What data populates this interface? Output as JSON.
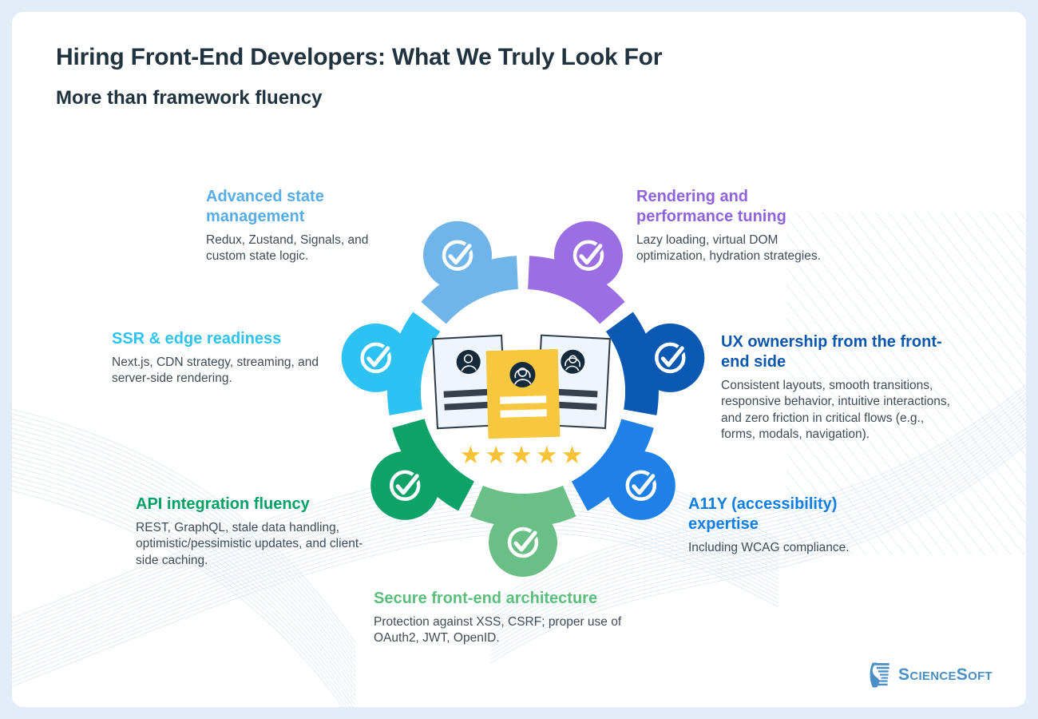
{
  "header": {
    "title": "Hiring Front-End Developers: What We Truly Look For",
    "subtitle": "More than framework fluency"
  },
  "items": [
    {
      "id": "advanced-state",
      "label": "Advanced state management",
      "description": "Redux, Zustand, Signals, and custom state logic.",
      "color": "#6FB5EA",
      "label_color": "#58ACE8",
      "position": "top-left"
    },
    {
      "id": "rendering-performance",
      "label": "Rendering and performance tuning",
      "description": "Lazy loading, virtual DOM optimization, hydration strategies.",
      "color": "#9B6FE3",
      "label_color": "#8F63DC",
      "position": "top-right"
    },
    {
      "id": "ssr-edge",
      "label": "SSR & edge readiness",
      "description": "Next.js, CDN strategy, streaming, and server-side rendering.",
      "color": "#2EC2F2",
      "label_color": "#2FC3F0",
      "position": "left"
    },
    {
      "id": "ux-ownership",
      "label": "UX ownership from the front-end side",
      "description": "Consistent layouts, smooth transitions, responsive behavior, intuitive interactions, and zero friction in critical flows (e.g., forms, modals, navigation).",
      "color": "#0C59B3",
      "label_color": "#0A57AD",
      "position": "right"
    },
    {
      "id": "api-integration",
      "label": "API integration fluency",
      "description": "REST, GraphQL, stale data handling, optimistic/pessimistic updates, and client-side caching.",
      "color": "#0CA268",
      "label_color": "#00A164",
      "position": "bottom-left"
    },
    {
      "id": "a11y-expertise",
      "label": "A11Y (accessibility) expertise",
      "description": "Including WCAG compliance.",
      "color": "#1F80E8",
      "label_color": "#0E7DE6",
      "position": "bottom-right"
    },
    {
      "id": "secure-architecture",
      "label": "Secure front-end architecture",
      "description": "Protection against XSS, CSRF; proper use of OAuth2, JWT, OpenID.",
      "color": "#69BF85",
      "label_color": "#5CBE7D",
      "position": "bottom"
    }
  ],
  "center": {
    "stars": "★★★★★",
    "star_count": 5,
    "star_color": "#F6C337",
    "resume_card_color": "#F7C83F",
    "avatar_color": "#152A3A"
  },
  "logo": {
    "text": "ScienceSoft",
    "color": "#4B8FC7"
  },
  "colors": {
    "page_background": "#E3EDF9",
    "card_background": "#FFFFFF",
    "title_text": "#20333F",
    "body_text": "#3E4C57",
    "wave_lines": "#C7DBEF"
  }
}
